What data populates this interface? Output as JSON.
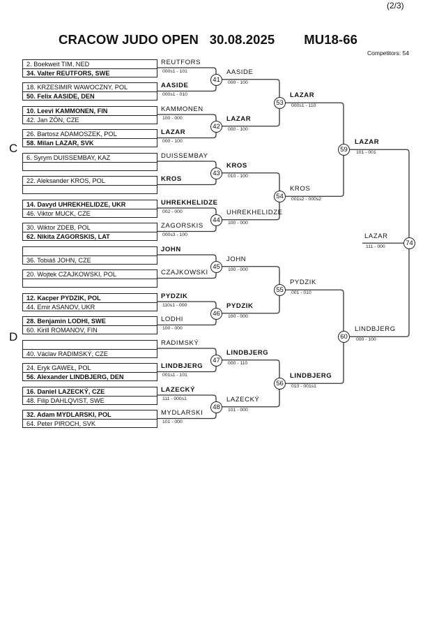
{
  "header": {
    "page": "(2/3)",
    "title_event": "CRACOW JUDO OPEN",
    "title_date": "30.08.2025",
    "title_category": "MU18-66",
    "competitors": "Competitors: 54"
  },
  "pools": [
    "C",
    "D"
  ],
  "boxes": [
    {
      "rows": [
        {
          "text": "2. Boekweit TIM, NED",
          "bold": false
        },
        {
          "text": "34. Valter REUTFORS, SWE",
          "bold": true
        }
      ],
      "label": "REUTFORS",
      "label_bold": false,
      "score": "000s1 - 101"
    },
    {
      "rows": [
        {
          "text": "18. KRZESIMIR WAWOCZNY, POL",
          "bold": false
        },
        {
          "text": "50. Felix AASIDE, DEN",
          "bold": true
        }
      ],
      "label": "AASIDE",
      "label_bold": true,
      "score": "000s1 - 010"
    },
    {
      "rows": [
        {
          "text": "10. Leevi KAMMONEN, FIN",
          "bold": true
        },
        {
          "text": "42. Jan ZÖN, CZE",
          "bold": false
        }
      ],
      "label": "KAMMONEN",
      "label_bold": false,
      "score": "100 - 000"
    },
    {
      "rows": [
        {
          "text": "26. Bartosz ADAMOSZEK, POL",
          "bold": false
        },
        {
          "text": "58. Milan LAZAR, SVK",
          "bold": true
        }
      ],
      "label": "LAZAR",
      "label_bold": true,
      "score": "000 - 100"
    },
    {
      "rows": [
        {
          "text": "6. Syrym DUISSEMBAY, KAZ",
          "bold": false
        },
        {
          "text": "",
          "bold": false
        }
      ],
      "label": "DUISSEMBAY",
      "label_bold": false,
      "score": ""
    },
    {
      "rows": [
        {
          "text": "22. Aleksander KROS, POL",
          "bold": false
        },
        {
          "text": "",
          "bold": false
        }
      ],
      "label": "KROS",
      "label_bold": true,
      "score": ""
    },
    {
      "rows": [
        {
          "text": "14. Davyd UHREKHELIDZE, UKR",
          "bold": true
        },
        {
          "text": "46. Viktor MUCK, CZE",
          "bold": false
        }
      ],
      "label": "UHREKHELIDZE",
      "label_bold": true,
      "score": "002 - 000"
    },
    {
      "rows": [
        {
          "text": "30. Wiktor ZDEB, POL",
          "bold": false
        },
        {
          "text": "62. Nikita ZAGORSKIS, LAT",
          "bold": true
        }
      ],
      "label": "ZAGORSKIS",
      "label_bold": false,
      "score": "000s3 - 100"
    },
    {
      "rows": [
        {
          "text": "",
          "bold": false
        },
        {
          "text": "36. Tobiáš JOHN, CZE",
          "bold": false
        }
      ],
      "label": "JOHN",
      "label_bold": true,
      "score": ""
    },
    {
      "rows": [
        {
          "text": "20. Wojtek CZAJKOWSKI, POL",
          "bold": false
        },
        {
          "text": "",
          "bold": false
        }
      ],
      "label": "CZAJKOWSKI",
      "label_bold": false,
      "score": ""
    },
    {
      "rows": [
        {
          "text": "12. Kacper PYDZIK, POL",
          "bold": true
        },
        {
          "text": "44. Emir ASANOV, UKR",
          "bold": false
        }
      ],
      "label": "PYDZIK",
      "label_bold": true,
      "score": "110s1 - 000"
    },
    {
      "rows": [
        {
          "text": "28. Benjamin LODHI, SWE",
          "bold": true
        },
        {
          "text": "60. Kirill ROMANOV, FIN",
          "bold": false
        }
      ],
      "label": "LODHI",
      "label_bold": false,
      "score": "100 - 000"
    },
    {
      "rows": [
        {
          "text": "",
          "bold": false
        },
        {
          "text": "40. Václav RADIMSKÝ, CZE",
          "bold": false
        }
      ],
      "label": "RADIMSKÝ",
      "label_bold": false,
      "score": ""
    },
    {
      "rows": [
        {
          "text": "24. Eryk GAWEŁ, POL",
          "bold": false
        },
        {
          "text": "56. Alexander LINDBJERG, DEN",
          "bold": true
        }
      ],
      "label": "LINDBJERG",
      "label_bold": true,
      "score": "001s1 - 101"
    },
    {
      "rows": [
        {
          "text": "16. Daniel LAZECKÝ, CZE",
          "bold": true
        },
        {
          "text": "48. Filip DAHLQVIST, SWE",
          "bold": false
        }
      ],
      "label": "LAZECKÝ",
      "label_bold": true,
      "score": "111 - 000s1"
    },
    {
      "rows": [
        {
          "text": "32. Adam MYDLARSKI, POL",
          "bold": true
        },
        {
          "text": "64. Peter PIROCH, SVK",
          "bold": false
        }
      ],
      "label": "MYDLARSKI",
      "label_bold": false,
      "score": "101 - 000"
    }
  ],
  "round1": [
    {
      "num": "41",
      "winner": "AASIDE",
      "bold": false,
      "score": "000 - 100"
    },
    {
      "num": "42",
      "winner": "LAZAR",
      "bold": true,
      "score": "000 - 100"
    },
    {
      "num": "43",
      "winner": "KROS",
      "bold": true,
      "score": "010 - 100"
    },
    {
      "num": "44",
      "winner": "UHREKHELIDZE",
      "bold": false,
      "score": "100 - 000"
    },
    {
      "num": "45",
      "winner": "JOHN",
      "bold": false,
      "score": "100 - 000"
    },
    {
      "num": "46",
      "winner": "PYDZIK",
      "bold": true,
      "score": "100 - 000"
    },
    {
      "num": "47",
      "winner": "LINDBJERG",
      "bold": true,
      "score": "000 - 110"
    },
    {
      "num": "48",
      "winner": "LAZECKÝ",
      "bold": false,
      "score": "101 - 000"
    }
  ],
  "round2": [
    {
      "num": "53",
      "winner": "LAZAR",
      "bold": true,
      "score": "000s1 - 110"
    },
    {
      "num": "54",
      "winner": "KROS",
      "bold": false,
      "score": "001s2 - 000s2"
    },
    {
      "num": "55",
      "winner": "PYDZIK",
      "bold": false,
      "score": "001 - 010"
    },
    {
      "num": "56",
      "winner": "LINDBJERG",
      "bold": true,
      "score": "010 - 001s1"
    }
  ],
  "round3": [
    {
      "num": "59",
      "winner": "LAZAR",
      "bold": true,
      "score": "101 - 001"
    },
    {
      "num": "60",
      "winner": "LINDBJERG",
      "bold": false,
      "score": "000 - 100"
    }
  ],
  "final": {
    "num": "74",
    "winner": "LAZAR",
    "bold": false,
    "score": "111 - 000"
  }
}
